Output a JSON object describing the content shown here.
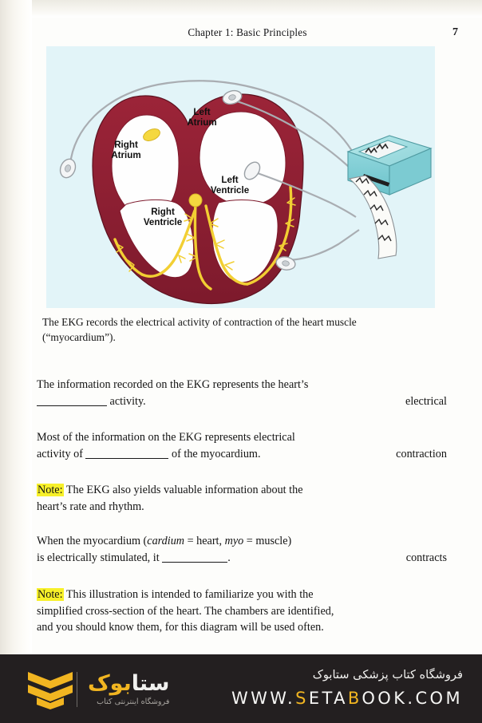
{
  "header": {
    "chapter_title": "Chapter 1: Basic Principles",
    "page_number": "7"
  },
  "figure": {
    "background_color": "#e2f4f8",
    "myocardium_color": "#8e1f33",
    "conduction_color": "#f5d33c",
    "machine_color": "#8fd8dd",
    "lead_color": "#b9bcc0",
    "labels": {
      "right_atrium": "Right\nAtrium",
      "left_atrium": "Left\nAtrium",
      "right_ventricle": "Right\nVentricle",
      "left_ventricle": "Left\nVentricle"
    },
    "caption_line1": "The EKG records the electrical activity of contraction of the heart muscle",
    "caption_line2": "(“myocardium”)."
  },
  "content": {
    "q1": {
      "text_before": "The information recorded on the EKG represents the heart’s",
      "text_after": " activity.",
      "answer": "electrical"
    },
    "q2": {
      "line1": "Most of the information on the EKG represents electrical",
      "text_before": "activity of ",
      "text_after": " of the myocardium.",
      "answer": "contraction"
    },
    "note1": {
      "label": "Note:",
      "line1": " The EKG also yields valuable information about the",
      "line2": "heart’s rate and rhythm."
    },
    "q3": {
      "line1_a": "When the myocardium (",
      "line1_italic1": "cardium",
      "line1_b": " = heart, ",
      "line1_italic2": "myo",
      "line1_c": " = muscle)",
      "text_before": "is electrically stimulated, it ",
      "text_after": ".",
      "answer": "contracts"
    },
    "note2": {
      "label": "Note:",
      "line1": " This illustration is intended to familiarize you with the",
      "line2": "simplified cross-section of the heart. The chambers are identified,",
      "line3": "and you should know them, for this diagram will be used often."
    }
  },
  "footer": {
    "logo_name_part1": "ستا",
    "logo_name_part2": "بوک",
    "logo_subtitle": "فروشگاه اینترنتی کتاب",
    "site_persian": "فروشگاه کتاب پزشکی ستابوک",
    "url_w": "WWW.",
    "url_s": "S",
    "url_eta": "ETA",
    "url_b": "B",
    "url_ook": "OOK.COM",
    "background_color": "#231f20",
    "accent_color": "#f1b521"
  }
}
